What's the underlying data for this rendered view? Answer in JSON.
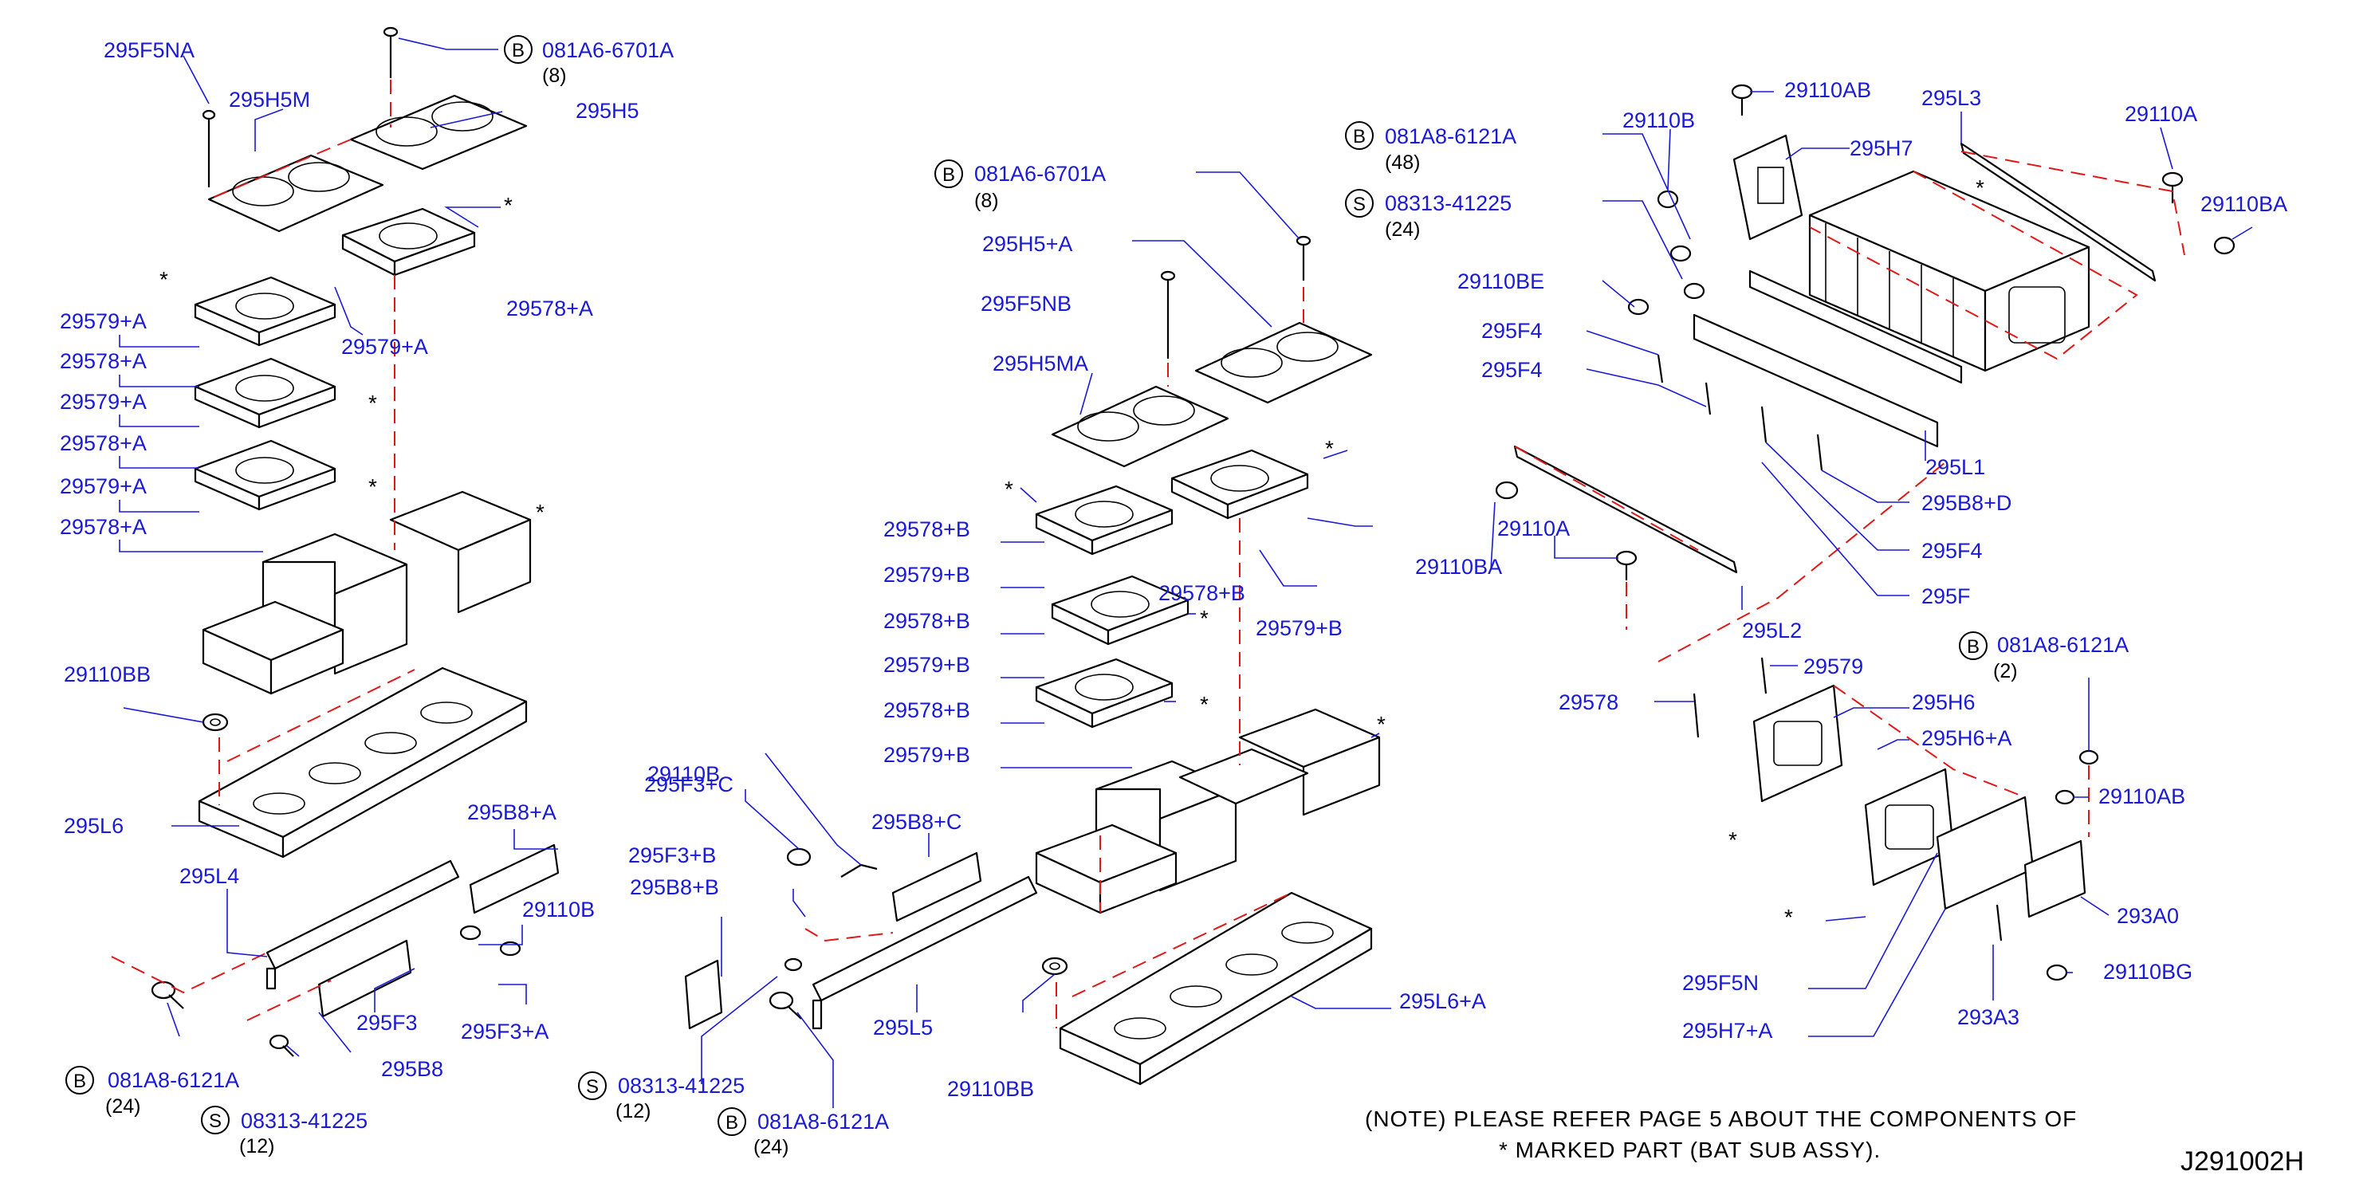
{
  "labels": {
    "l295F5NA": "295F5NA",
    "l295H5M": "295H5M",
    "l295H5": "295H5",
    "l081A6_top": "081A6-6701A",
    "l29578A_r": "29578+A",
    "l29579A_r": "29579+A",
    "l29579A_1": "29579+A",
    "l29578A_1": "29578+A",
    "l29579A_2": "29579+A",
    "l29578A_2": "29578+A",
    "l29579A_3": "29579+A",
    "l29578A_3": "29578+A",
    "l29110BB_l": "29110BB",
    "l295L6": "295L6",
    "l295B8A": "295B8+A",
    "l295L4": "295L4",
    "l29110B_l": "29110B",
    "l295F3": "295F3",
    "l295F3A": "295F3+A",
    "l295B8": "295B8",
    "l081A8_l": "081A8-6121A",
    "l08313_l": "08313-41225",
    "l081A6_mid": "081A6-6701A",
    "l295H5A": "295H5+A",
    "l295F5NB": "295F5NB",
    "l295H5MA": "295H5MA",
    "l29578B_1": "29578+B",
    "l29579B_1": "29579+B",
    "l29578B_2": "29578+B",
    "l29579B_2": "29579+B",
    "l29578B_3": "29578+B",
    "l29579B_3": "29579+B",
    "l29578B_r": "29578+B",
    "l29579B_r": "29579+B",
    "l295F3C": "295F3+C",
    "l29110B_m": "29110B",
    "l295B8C": "295B8+C",
    "l295F3B": "295F3+B",
    "l295B8B": "295B8+B",
    "l295L5": "295L5",
    "l29110BB_m": "29110BB",
    "l295L6A": "295L6+A",
    "l08313_m": "08313-41225",
    "l081A8_m": "081A8-6121A",
    "l081A8_r1": "081A8-6121A",
    "l08313_r": "08313-41225",
    "l29110B_r": "29110B",
    "l29110AB_t": "29110AB",
    "l295H7": "295H7",
    "l295L3": "295L3",
    "l29110A_t": "29110A",
    "l29110BA_t": "29110BA",
    "l29110BE": "29110BE",
    "l295F4_1": "295F4",
    "l295F4_2": "295F4",
    "l295L1": "295L1",
    "l295B8D": "295B8+D",
    "l295F4_3": "295F4",
    "l295F": "295F",
    "l29110A_b": "29110A",
    "l29110BA_b": "29110BA",
    "l295L2": "295L2",
    "l081A8_r2": "081A8-6121A",
    "l29579": "29579",
    "l29578": "29578",
    "l295H6": "295H6",
    "l295H6A": "295H6+A",
    "l29110AB_b": "29110AB",
    "l293A0": "293A0",
    "l29110BG": "29110BG",
    "l295F5N": "295F5N",
    "l293A3": "293A3",
    "l295H7A": "295H7+A"
  },
  "quantities": {
    "q_top": "(8)",
    "q_l081": "(24)",
    "q_l083": "(12)",
    "q_mid": "(8)",
    "q_m083": "(12)",
    "q_m081": "(24)",
    "q_r081": "(48)",
    "q_r083": "(24)",
    "q_r081b": "(2)"
  },
  "callout_letters": {
    "bolt": "B",
    "screw": "S"
  },
  "marker": "*",
  "note": {
    "line1": "(NOTE)   PLEASE  REFER  PAGE  5  ABOUT  THE  COMPONENTS  OF",
    "line2": "*  MARKED  PART  (BAT  SUB  ASSY)."
  },
  "diagram_code": "J291002H",
  "colors": {
    "label": "#1a1ad6",
    "leader": "#1a1ad6",
    "dashed_guide": "#e01818",
    "outline": "#000000"
  }
}
